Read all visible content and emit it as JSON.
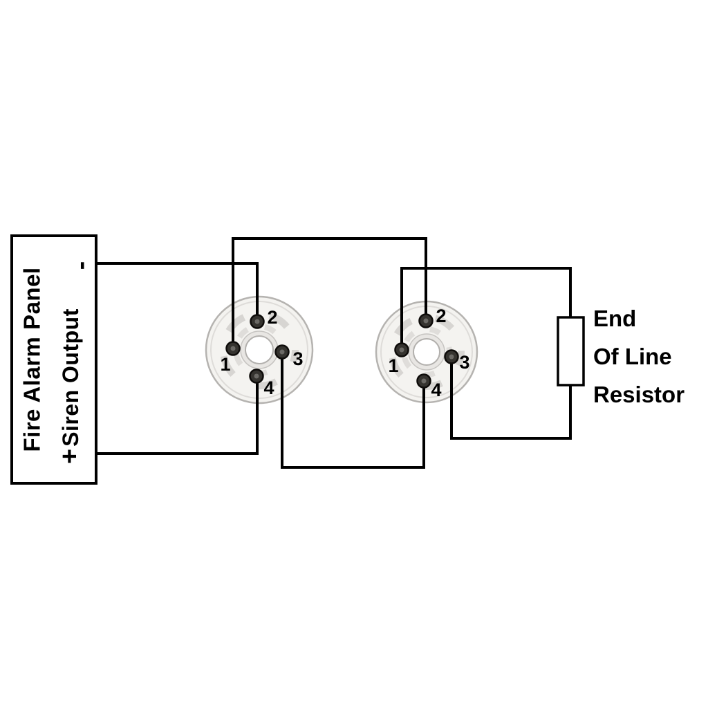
{
  "panel": {
    "title": "Fire Alarm Panel",
    "output": "Siren Output",
    "plus": "+",
    "minus": "-"
  },
  "bases": [
    {
      "id": "sounder-base-1",
      "terminals": [
        "1",
        "2",
        "3",
        "4"
      ]
    },
    {
      "id": "sounder-base-2",
      "terminals": [
        "1",
        "2",
        "3",
        "4"
      ]
    }
  ],
  "eol_resistor": {
    "lines": [
      "End",
      "Of Line",
      "Resistor"
    ]
  },
  "colors": {
    "wire": "#000000",
    "panel_border": "#000000",
    "text": "#000000",
    "base_fill": "#f4f3f0",
    "base_ring": "#b5b3b0",
    "terminal_fill": "#35332f"
  }
}
